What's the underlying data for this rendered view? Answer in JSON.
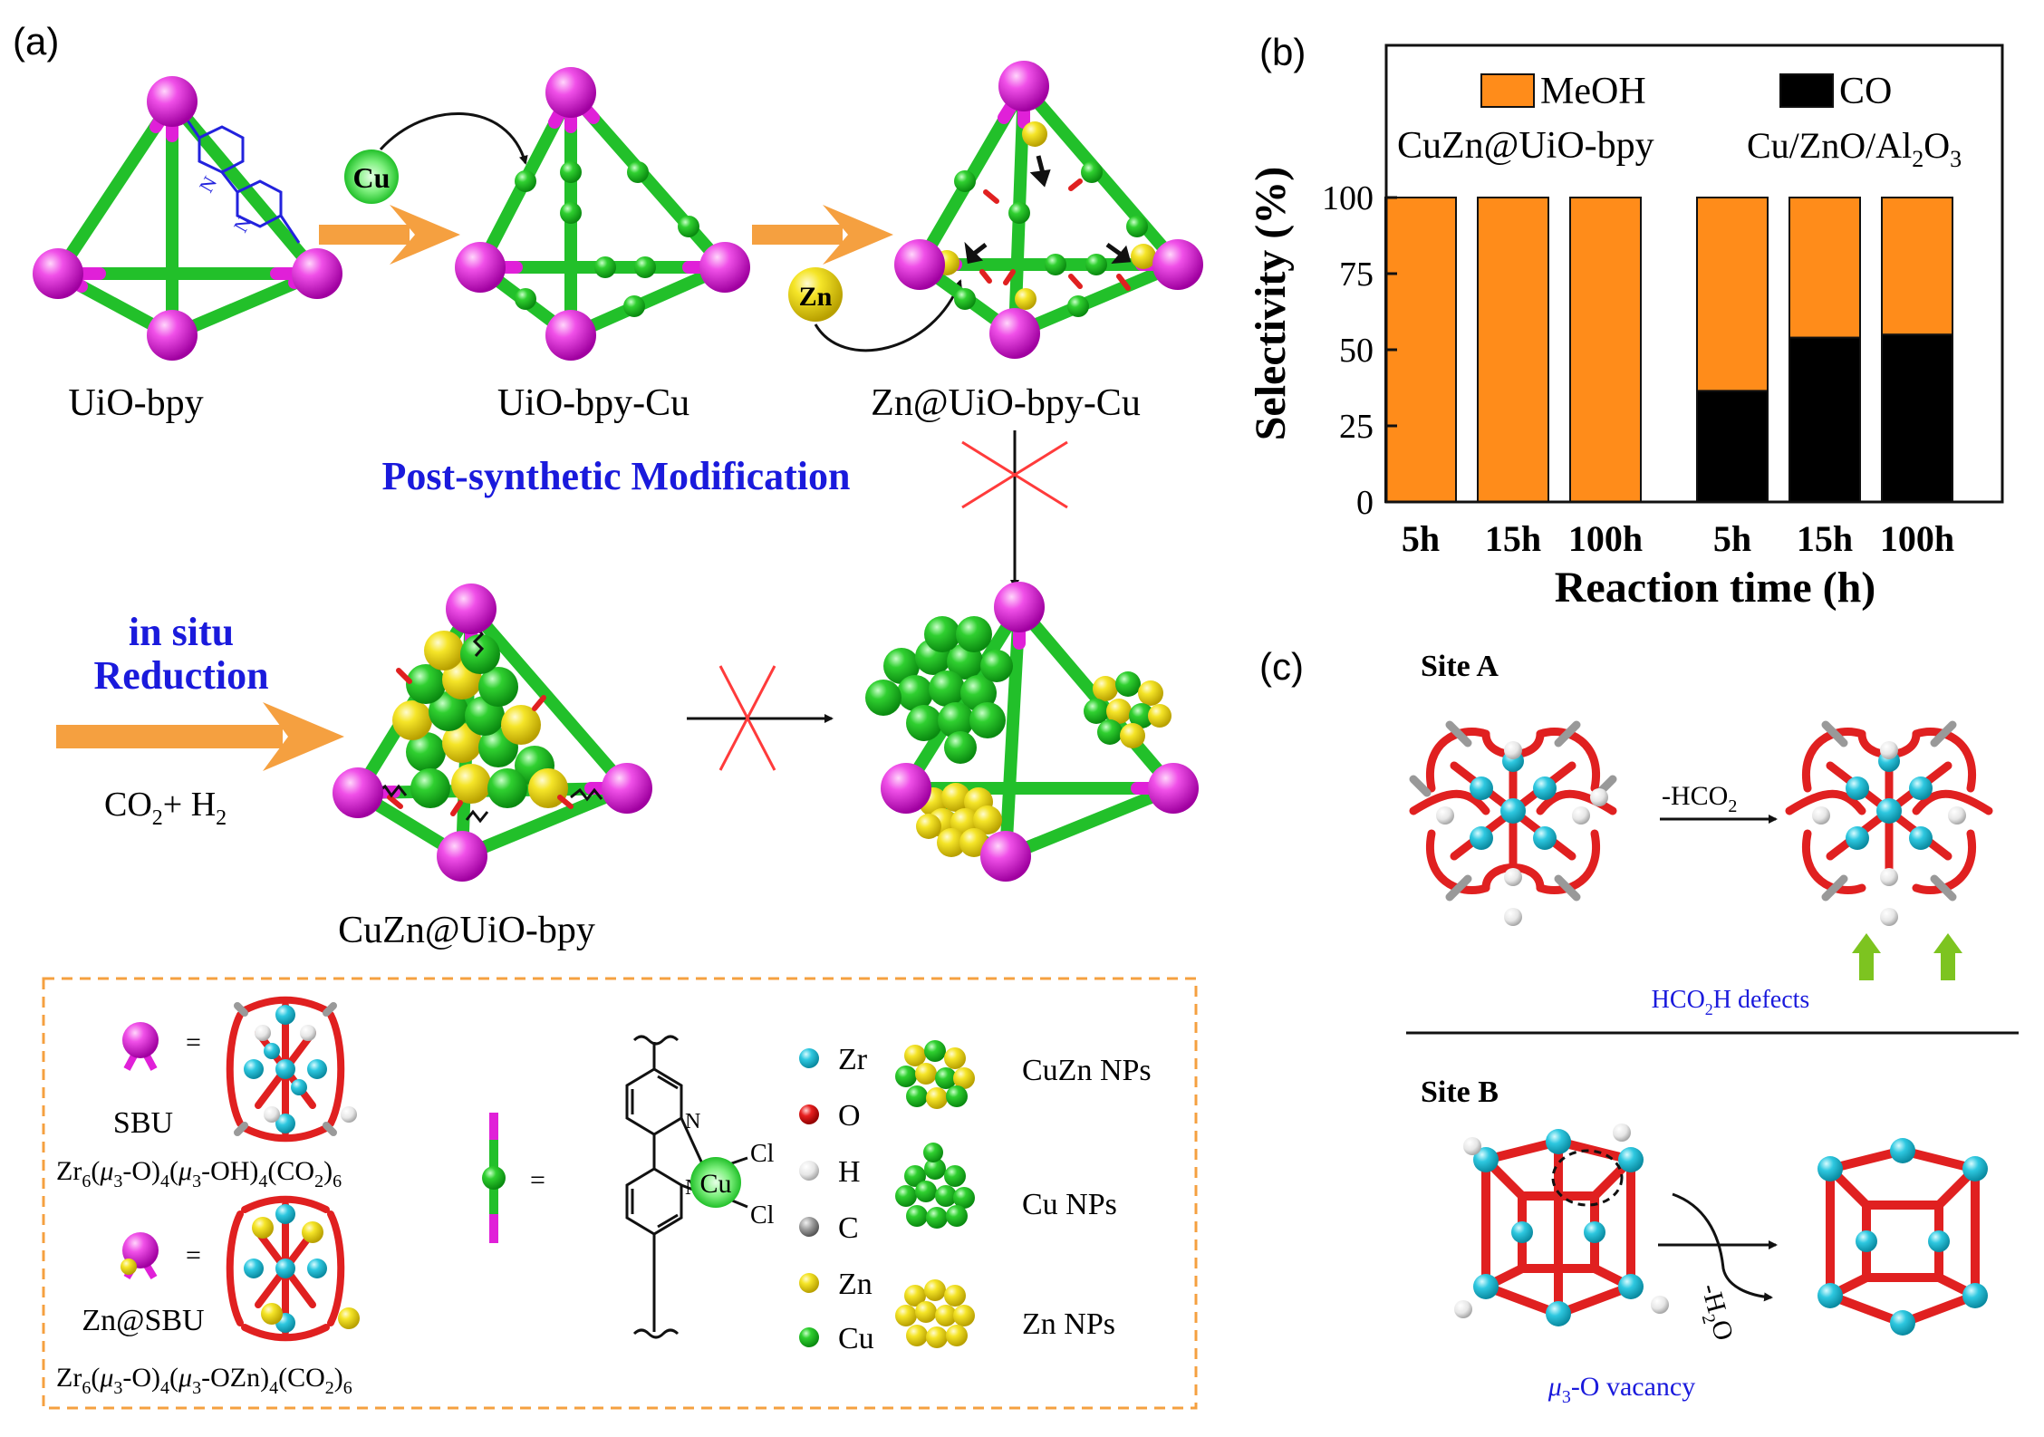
{
  "panel_a": {
    "label": "(a)",
    "mof_labels": [
      "UiO-bpy",
      "UiO-bpy-Cu",
      "Zn@UiO-bpy-Cu"
    ],
    "cu_atom": "Cu",
    "zn_atom": "Zn",
    "psm_title": "Post-synthetic Modification",
    "in_situ_line1": "in situ",
    "in_situ_line2": "Reduction",
    "gas_co2": "CO",
    "gas_co2_sub": "2",
    "gas_plus_h2": "+ H",
    "gas_h2_sub": "2",
    "product_label": "CuZn@UiO-bpy",
    "colors": {
      "zr_node": "#e020d8",
      "linker": "#22c02a",
      "arrow": "#f5a040",
      "blue_text": "#1a1adc",
      "cross": "#ff3b3b"
    }
  },
  "legend": {
    "sbu_label": "SBU",
    "sbu_formula": {
      "a": "Zr",
      "a_sub": "6",
      "b": "(",
      "mu1": "μ",
      "mu1_sub": "3",
      "c": "-O)",
      "c_sub": "4",
      "d": "(",
      "mu2": "μ",
      "mu2_sub": "3",
      "e": "-OH)",
      "e_sub": "4",
      "f": "(CO",
      "f_sub": "2",
      "g": ")",
      "g_sub": "6"
    },
    "znsbu_label": "Zn@SBU",
    "znsbu_formula": {
      "a": "Zr",
      "a_sub": "6",
      "b": "(",
      "mu1": "μ",
      "mu1_sub": "3",
      "c": "-O)",
      "c_sub": "4",
      "d": "(",
      "mu2": "μ",
      "mu2_sub": "3",
      "e": "-OZn)",
      "e_sub": "4",
      "f": "(CO",
      "f_sub": "2",
      "g": ")",
      "g_sub": "6"
    },
    "equals": "=",
    "linker_atoms": {
      "n": "N",
      "cu": "Cu",
      "cl": "Cl"
    },
    "elements": [
      {
        "symbol": "Zr",
        "color": "#2ec8e0"
      },
      {
        "symbol": "O",
        "color": "#e02020"
      },
      {
        "symbol": "H",
        "color": "#e8e8e8"
      },
      {
        "symbol": "C",
        "color": "#9a9a9a"
      },
      {
        "symbol": "Zn",
        "color": "#f0e020"
      },
      {
        "symbol": "Cu",
        "color": "#22c02a"
      }
    ],
    "nps": [
      "CuZn NPs",
      "Cu NPs",
      "Zn NPs"
    ]
  },
  "panel_b": {
    "label": "(b)",
    "legend_meoh": "MeOH",
    "legend_co": "CO",
    "group1": "CuZn@UiO-bpy",
    "group2": {
      "a": "Cu/ZnO/Al",
      "a_sub": "2",
      "b": "O",
      "b_sub": "3"
    }
  },
  "chart_data": {
    "type": "bar",
    "stacked": true,
    "categories": [
      "5h",
      "15h",
      "100h",
      "5h",
      "15h",
      "100h"
    ],
    "groups": [
      "CuZn@UiO-bpy",
      "Cu/ZnO/Al2O3"
    ],
    "series": [
      {
        "name": "CO",
        "color": "#000000",
        "values": [
          0,
          0,
          0,
          36.5,
          54,
          55
        ]
      },
      {
        "name": "MeOH",
        "color": "#ff8c1a",
        "values": [
          100,
          100,
          100,
          63.5,
          46,
          45
        ]
      }
    ],
    "xlabel": "Reaction time (h)",
    "ylabel": "Selectivity (%)",
    "yticks": [
      0,
      25,
      50,
      75,
      100
    ],
    "ylim": [
      0,
      150
    ]
  },
  "panel_c": {
    "label": "(c)",
    "site_a": "Site A",
    "site_a_arrow": "-HCO",
    "site_a_arrow_sub": "2",
    "site_a_caption": "HCO",
    "site_a_caption_sub": "2",
    "site_a_caption_rest": "H defects",
    "site_b": "Site B",
    "site_b_arrow": "-H",
    "site_b_arrow_sub": "2",
    "site_b_arrow_rest": "O",
    "site_b_caption_mu": "μ",
    "site_b_caption_sub": "3",
    "site_b_caption_rest": "-O vacancy"
  }
}
